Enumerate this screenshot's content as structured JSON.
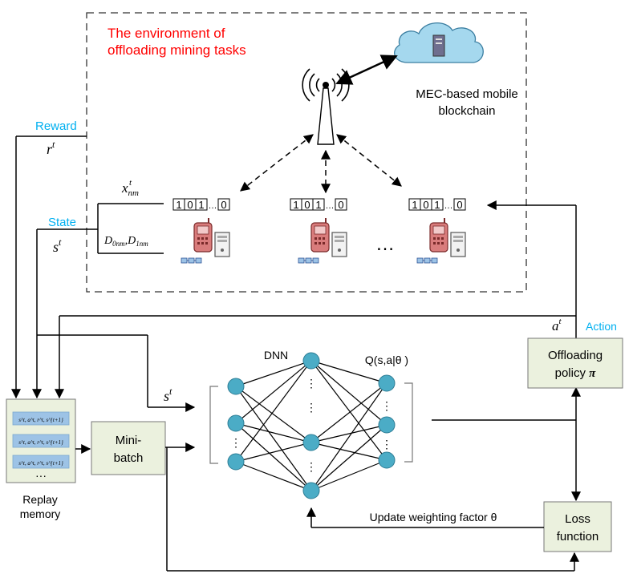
{
  "environment": {
    "title_line1": "The environment of",
    "title_line2": "offloading mining tasks",
    "cloud_label_line1": "MEC-based mobile",
    "cloud_label_line2": "blockchain",
    "bitstring_cells": [
      "1",
      "0",
      "1",
      "…",
      "0"
    ],
    "ellipsis": "…"
  },
  "signals": {
    "reward_label": "Reward",
    "reward_var": "r",
    "state_label": "State",
    "state_var": "s",
    "action_label": "Action",
    "action_var": "a",
    "superscript_t": "t",
    "task_var_x": "x",
    "task_var_x_sub": "nm",
    "task_var_d": "D",
    "task_var_d0_sub": "0nm",
    "task_var_d1_sub": "1nm",
    "comma": ","
  },
  "replay": {
    "label_line1": "Replay",
    "label_line2": "memory",
    "tuple_text": "s^t, a^t, r^t, s^{t+1}",
    "ellipsis": "···"
  },
  "minibatch": {
    "label_line1": "Mini-",
    "label_line2": "batch"
  },
  "dnn": {
    "label": "DNN",
    "q_label": "Q(s,a|θ )",
    "input_label": "s",
    "dots": "⋮"
  },
  "policy": {
    "label_line1": "Offloading",
    "label_line2": "policy",
    "pi_symbol": "π"
  },
  "loss": {
    "label_line1": "Loss",
    "label_line2": "function"
  },
  "update": {
    "label": "Update weighting factor θ"
  },
  "colors": {
    "title_red": "#ff0000",
    "signal_blue": "#00b0f0",
    "box_fill": "#ebf1de",
    "node_fill": "#4bacc6",
    "tuple_fill": "#9dc3e6",
    "cloud_fill": "#a5d8ee"
  },
  "icons": {
    "cloud": "cloud-icon",
    "server": "server-icon",
    "antenna": "antenna-tower-icon",
    "phone": "mobile-phone-icon",
    "computer": "computer-tower-icon",
    "blocks": "blockchain-blocks-icon"
  }
}
